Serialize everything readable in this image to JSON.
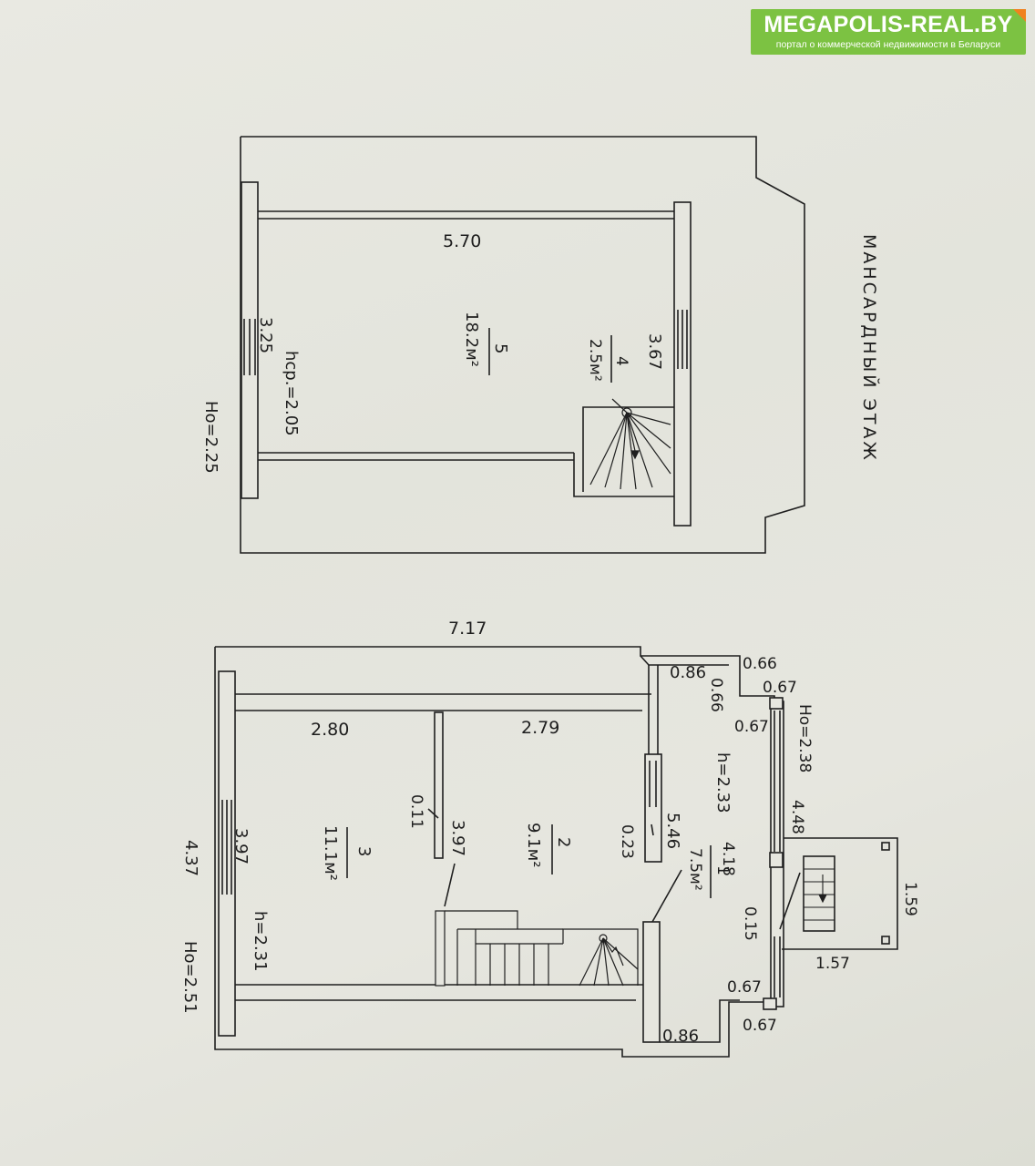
{
  "logo": {
    "title": "MEGAPOLIS-REAL.BY",
    "subtitle": "портал о коммерческой недвижимости в Беларуси",
    "color": "#7cc242",
    "accent": "#f0821e"
  },
  "attic": {
    "caption": "МАНСАРДНЫЙ ЭТАЖ",
    "length": "5.70",
    "width_left": "3.25",
    "width_right": "3.67",
    "avg_height": "hср.=2.05",
    "outer_height": "Ho=2.25",
    "room5_number": "5",
    "room5_area": "18.2м²",
    "room4_number": "4",
    "room4_area": "2.5м²"
  },
  "first_floor": {
    "overall_length": "7.17",
    "room3_length": "2.80",
    "room2_length": "2.79",
    "room3_width": "3.97",
    "partition_width": "3.97",
    "outer_width_left": "4.37",
    "room3_height": "h=2.31",
    "outer_height_left": "Ho=2.51",
    "room3_number": "3",
    "room3_area": "11.1м²",
    "room2_number": "2",
    "room2_area": "9.1м²",
    "partition_thickness": "0.11",
    "wall_thickness": "0.23",
    "hall_length": "5.46",
    "room1_number": "1",
    "room1_area": "7.5м²",
    "hall_height": "h=2.33",
    "outer_height_right": "Ho=2.38",
    "bay_width": "4.48",
    "hall_width": "4.18",
    "niche_top": "0.86",
    "niche_bottom": "0.86",
    "dim_066_a": "0.66",
    "dim_066_b": "0.66",
    "dim_067_a": "0.67",
    "dim_067_b": "0.67",
    "dim_067_c": "0.67",
    "dim_067_d": "0.67",
    "porch_offset": "0.15",
    "porch_depth": "1.57",
    "porch_width": "1.59"
  }
}
